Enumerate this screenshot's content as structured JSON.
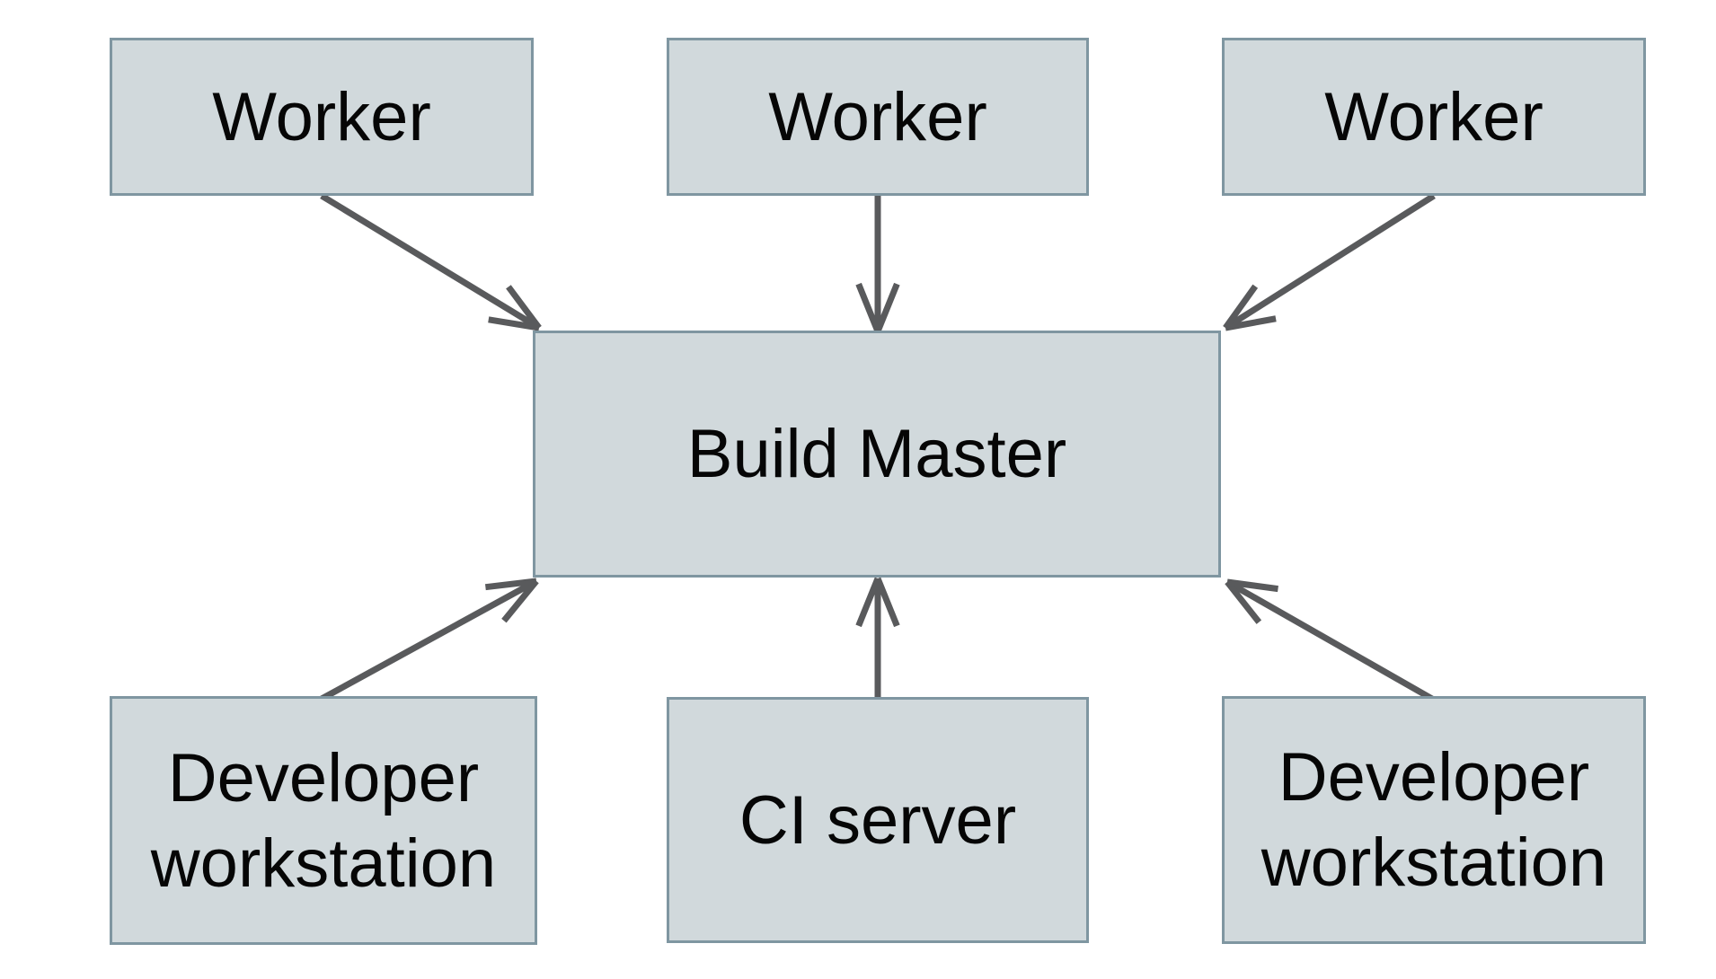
{
  "diagram": {
    "title": "",
    "nodes": {
      "worker1": {
        "label": "Worker"
      },
      "worker2": {
        "label": "Worker"
      },
      "worker3": {
        "label": "Worker"
      },
      "build_master": {
        "label": "Build Master"
      },
      "dev1": {
        "label": "Developer\nworkstation"
      },
      "ci": {
        "label": "CI server"
      },
      "dev2": {
        "label": "Developer\nworkstation"
      }
    },
    "edges": [
      {
        "from": "worker1",
        "to": "build_master"
      },
      {
        "from": "worker2",
        "to": "build_master"
      },
      {
        "from": "worker3",
        "to": "build_master"
      },
      {
        "from": "dev1",
        "to": "build_master"
      },
      {
        "from": "ci",
        "to": "build_master"
      },
      {
        "from": "dev2",
        "to": "build_master"
      }
    ],
    "colors": {
      "background": "#ffffff",
      "box_fill": "#d1d9dc",
      "box_border": "#7f96a1",
      "arrow": "#595a5c",
      "text": "#060606"
    }
  }
}
